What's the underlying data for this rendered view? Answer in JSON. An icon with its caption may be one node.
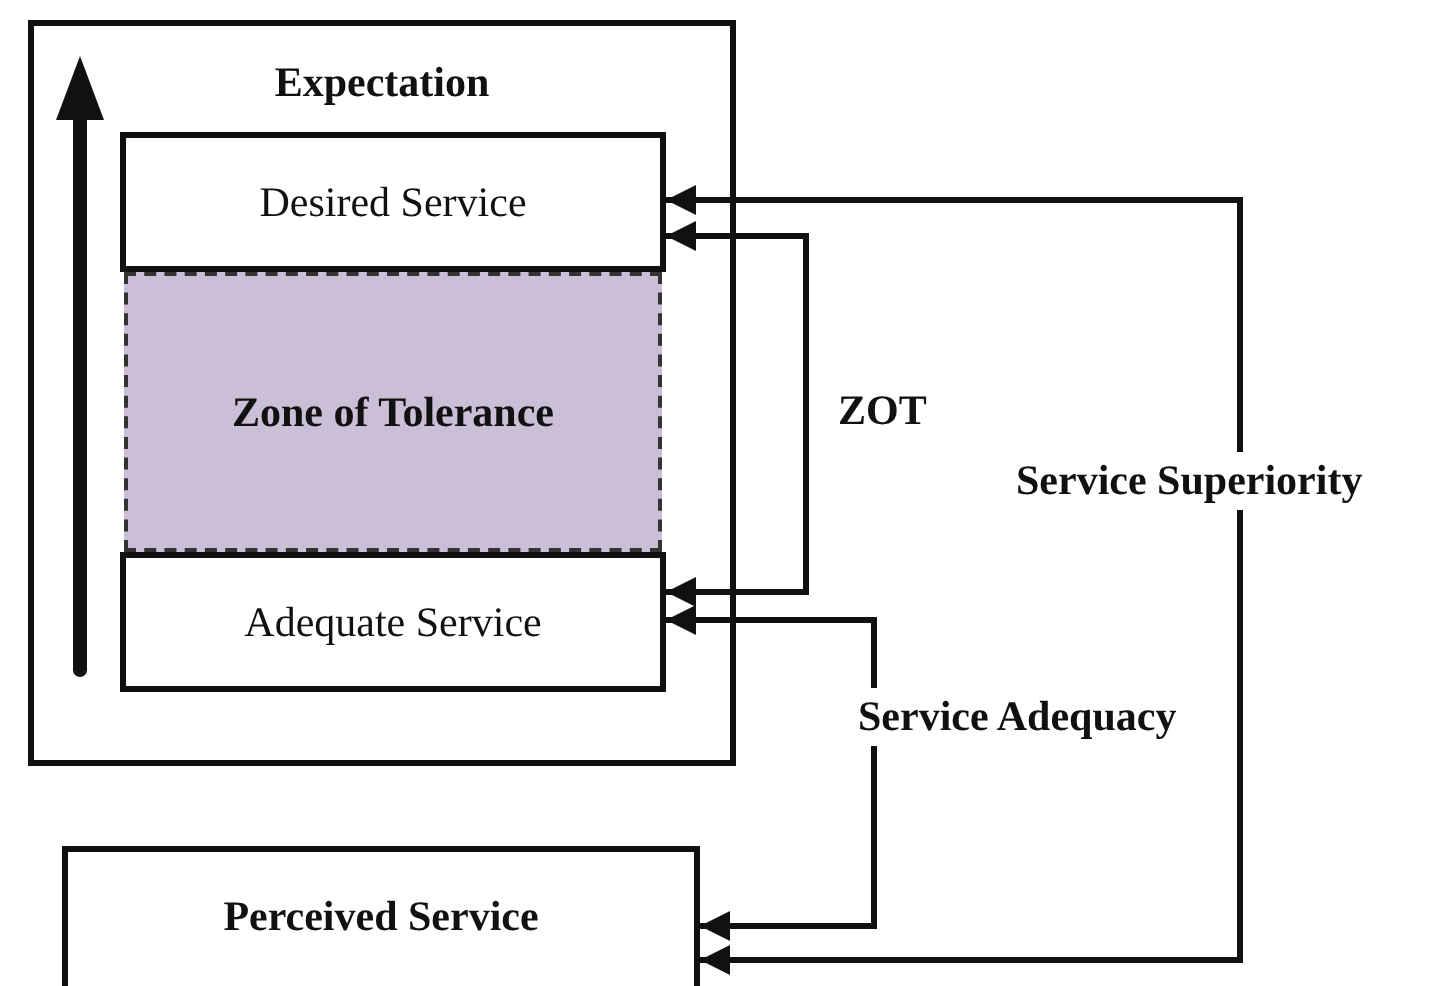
{
  "diagram": {
    "nodes": [
      {
        "text": [
          "Expectation"
        ]
      },
      {
        "text": [
          "Desired Service"
        ],
        "in": 0
      },
      {
        "text": [
          "Zone of Tolerance"
        ],
        "in": 0
      },
      {
        "text": [
          "Adequate Service"
        ],
        "in": 0
      },
      {
        "text": [
          "Perceived Service"
        ]
      }
    ],
    "edges": [
      {
        "from": 1,
        "to": 3,
        "arrow": "both",
        "label": "ZOT"
      },
      {
        "from": 1,
        "to": 4,
        "arrow": "both",
        "label": "Service Superiority"
      },
      {
        "from": 3,
        "to": 4,
        "arrow": "both",
        "label": "Service Adequacy"
      }
    ]
  }
}
